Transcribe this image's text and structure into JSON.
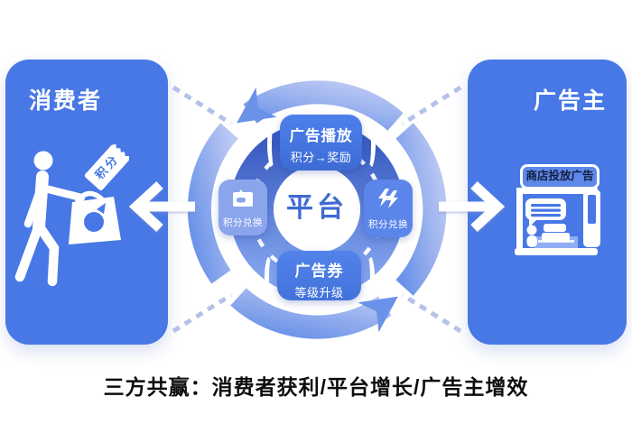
{
  "left_panel": {
    "title": "消费者",
    "ticket_label": "积分"
  },
  "right_panel": {
    "title": "广告主",
    "store_sign": "商店投放广告"
  },
  "platform": {
    "label": "平台"
  },
  "cycle": {
    "top_box": {
      "line1": "广告播放",
      "line2": "积分→奖励"
    },
    "right_box": {
      "label": "积分兑换"
    },
    "bottom_box": {
      "line1": "广告券",
      "line2": "等级升级"
    },
    "left_box": {
      "label": "积分兑换"
    }
  },
  "caption": "三方共赢：消费者获利/平台增长/广告主增效",
  "colors": {
    "panel_blue": "#4878e6",
    "platform_text_blue": "#3f6ad3",
    "ring_gradient_dark": "#6a92e8",
    "ring_gradient_light": "#bcc9f3",
    "band_gradient_dark": "#3a5cc2",
    "band_gradient_light": "#82a4ee",
    "connector_dash": "#b5c2e8",
    "caption_text": "#0d0d0d"
  }
}
